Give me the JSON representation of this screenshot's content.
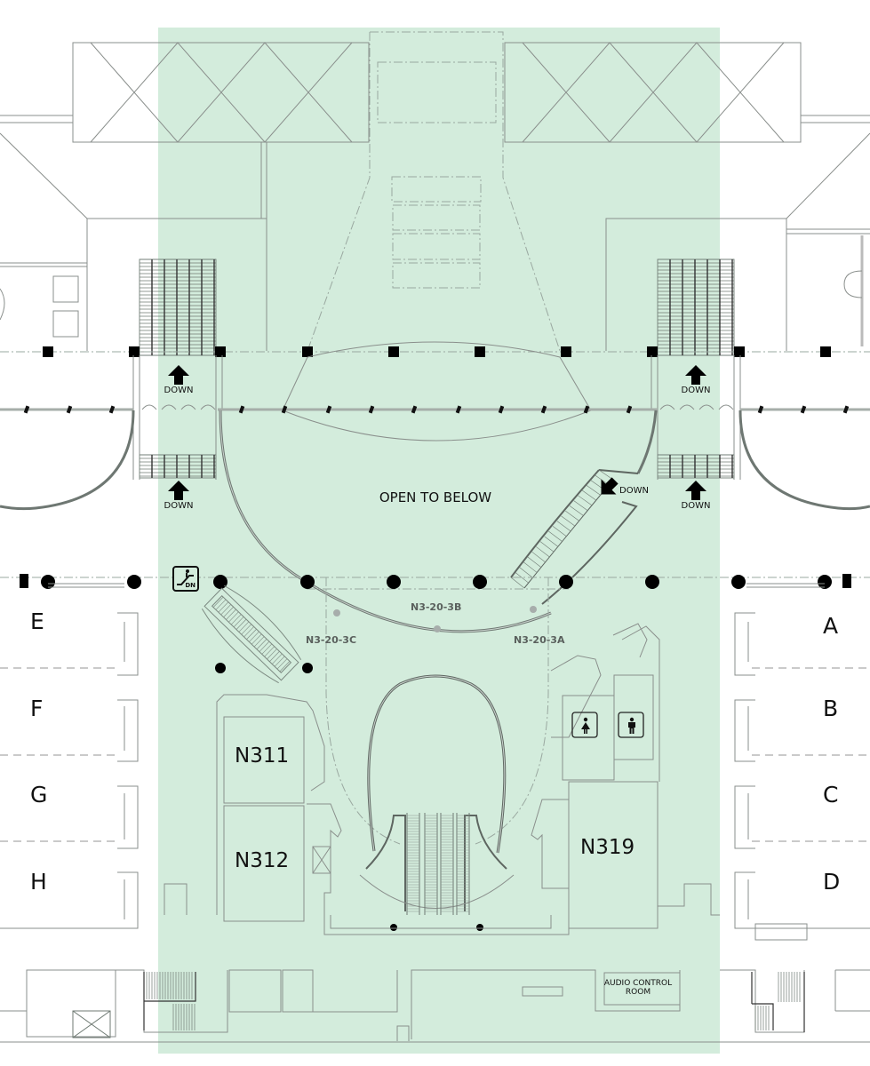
{
  "map": {
    "highlight_color": "#d3ecdc",
    "center_label": "OPEN TO BELOW",
    "stair_labels": {
      "left_upper": "DOWN",
      "left_lower": "DOWN",
      "right_upper": "DOWN",
      "right_lower": "DOWN",
      "curved_stair": "DOWN"
    },
    "escalator_sign": "DN",
    "section_labels": {
      "a": "N3-20-3A",
      "b": "N3-20-3B",
      "c": "N3-20-3C"
    },
    "rooms": {
      "n311": "N311",
      "n312": "N312",
      "n319": "N319",
      "audio_line1": "AUDIO CONTROL",
      "audio_line2": "ROOM"
    },
    "left_halls": [
      "E",
      "F",
      "G",
      "H"
    ],
    "right_halls": [
      "A",
      "B",
      "C",
      "D"
    ],
    "icons": {
      "restroom_women": "woman-restroom-icon",
      "restroom_men": "man-restroom-icon",
      "escalator": "escalator-down-icon",
      "arrow": "down-arrow-icon"
    }
  }
}
